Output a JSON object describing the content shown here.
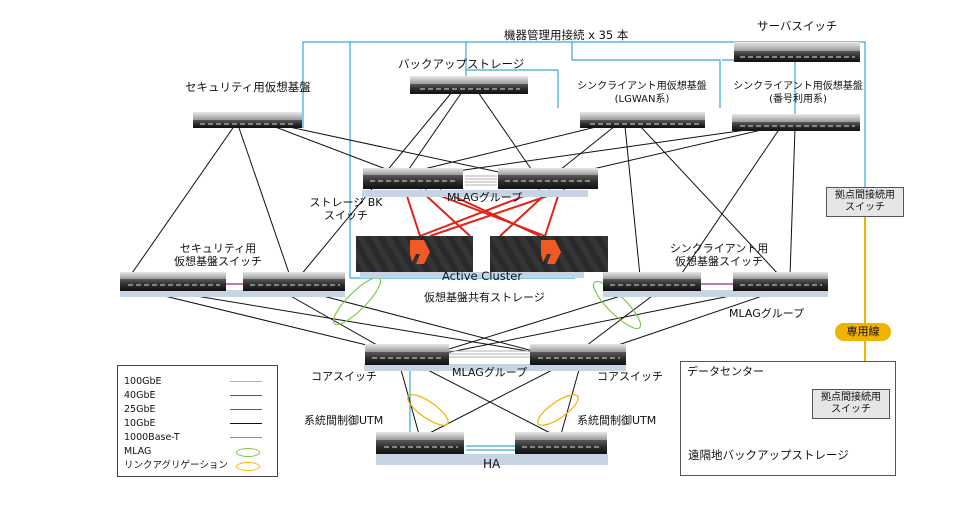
{
  "title": "機器管理用接続 x 35 本",
  "labels": {
    "server_switch": "サーバスイッチ",
    "backup_storage": "バックアップストレージ",
    "security_vm_host": "セキュリティ用仮想基盤",
    "thin_lgwan_l1": "シンクライアント用仮想基盤",
    "thin_lgwan_l2": "(LGWAN系)",
    "thin_number_l1": "シンクライアント用仮想基盤",
    "thin_number_l2": "(番号利用系)",
    "mlag_group_top": "MLAGグループ",
    "storage_bk_l1": "ストレージ BK",
    "storage_bk_l2": "スイッチ",
    "site_switch_l1": "拠点間接続用",
    "site_switch_l2": "スイッチ",
    "security_sw_l1": "セキュリティ用",
    "security_sw_l2": "仮想基盤スイッチ",
    "thin_sw_l1": "シンクライアント用",
    "thin_sw_l2": "仮想基盤スイッチ",
    "active_cluster": "Active Cluster",
    "shared_storage": "仮想基盤共有ストレージ",
    "mlag_group_right": "MLAGグループ",
    "dedicated_line": "専用線",
    "core_switch_left": "コアスイッチ",
    "core_switch_right": "コアスイッチ",
    "mlag_group_core": "MLAGグループ",
    "utm_left": "系統間制御UTM",
    "utm_right": "系統間制御UTM",
    "ha": "HA",
    "datacenter": "データセンター",
    "dc_site_switch_l1": "拠点間接続用",
    "dc_site_switch_l2": "スイッチ",
    "remote_backup": "遠隔地バックアップストレージ"
  },
  "legend": [
    {
      "label": "100GbE",
      "color": "#b0b0b0",
      "kind": "line"
    },
    {
      "label": "40GbE",
      "color": "#9c2f7a",
      "kind": "line"
    },
    {
      "label": "25GbE",
      "color": "#e2231a",
      "kind": "line"
    },
    {
      "label": "10GbE",
      "color": "#111111",
      "kind": "line"
    },
    {
      "label": "1000Base-T",
      "color": "#3aa6d9",
      "kind": "line"
    },
    {
      "label": "MLAG",
      "color": "#7ac943",
      "kind": "ellipse"
    },
    {
      "label": "リンクアグリゲーション",
      "color": "#f2b300",
      "kind": "ellipse"
    }
  ],
  "colors": {
    "mgmt_line": "#3aa6d9",
    "tenG": "#111111",
    "twentyfiveG": "#e2231a",
    "fortyG": "#9c2f7a",
    "hundredG": "#b0b0b0",
    "mlag": "#7ac943",
    "link_agg": "#f2b300",
    "dedicated": "#f2b300"
  }
}
